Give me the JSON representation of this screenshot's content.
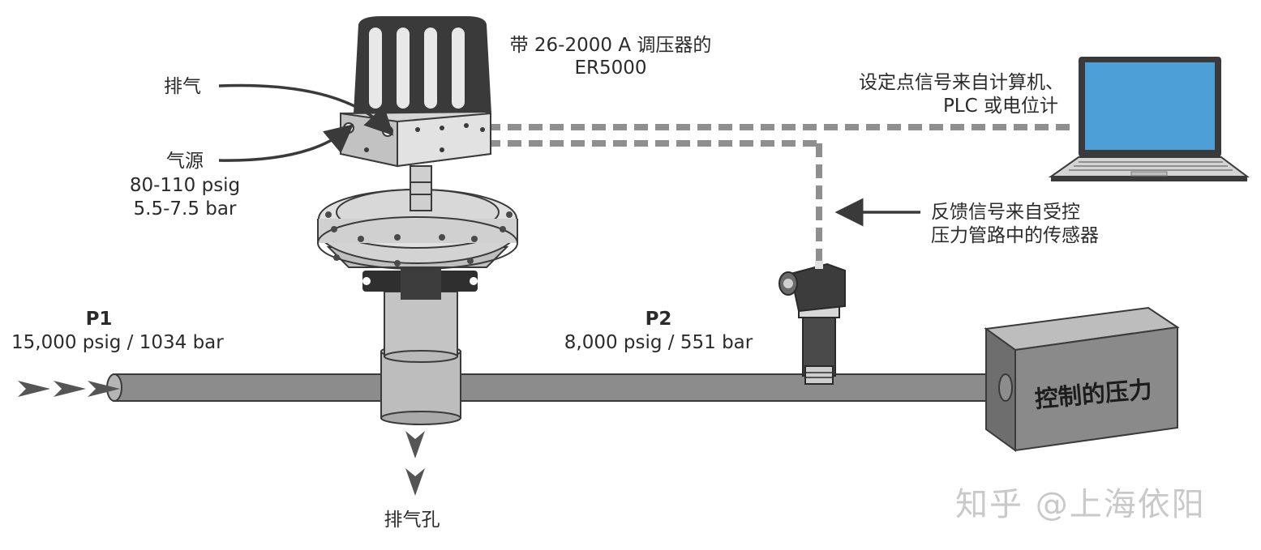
{
  "labels": {
    "regulator_title": "带 26-2000 A 调压器的",
    "regulator_model": "ER5000",
    "exhaust": "排气",
    "supply": "气源",
    "supply_psig": "80-110 psig",
    "supply_bar": "5.5-7.5 bar",
    "setpoint_line1": "设定点信号来自计算机、",
    "setpoint_line2": "PLC 或电位计",
    "feedback_line1": "反馈信号来自受控",
    "feedback_line2": "压力管路中的传感器",
    "p1_name": "P1",
    "p1_value": "15,000 psig / 1034 bar",
    "p2_name": "P2",
    "p2_value": "8,000 psig / 551 bar",
    "vent_port": "排气孔",
    "controlled_pressure": "控制的压力"
  },
  "watermark": "知乎 @上海依阳",
  "colors": {
    "pipe": "#8c8c8c",
    "pipe_edge": "#3a3a3a",
    "signal_line": "#8f8f8f",
    "laptop_screen": "#4d9fd8",
    "box_front": "#8a8a8a",
    "arrow": "#555555"
  },
  "icons": [
    "er5000-controller-icon",
    "pressure-regulator-icon",
    "pressure-transducer-icon",
    "laptop-icon",
    "controlled-pressure-box-icon"
  ]
}
